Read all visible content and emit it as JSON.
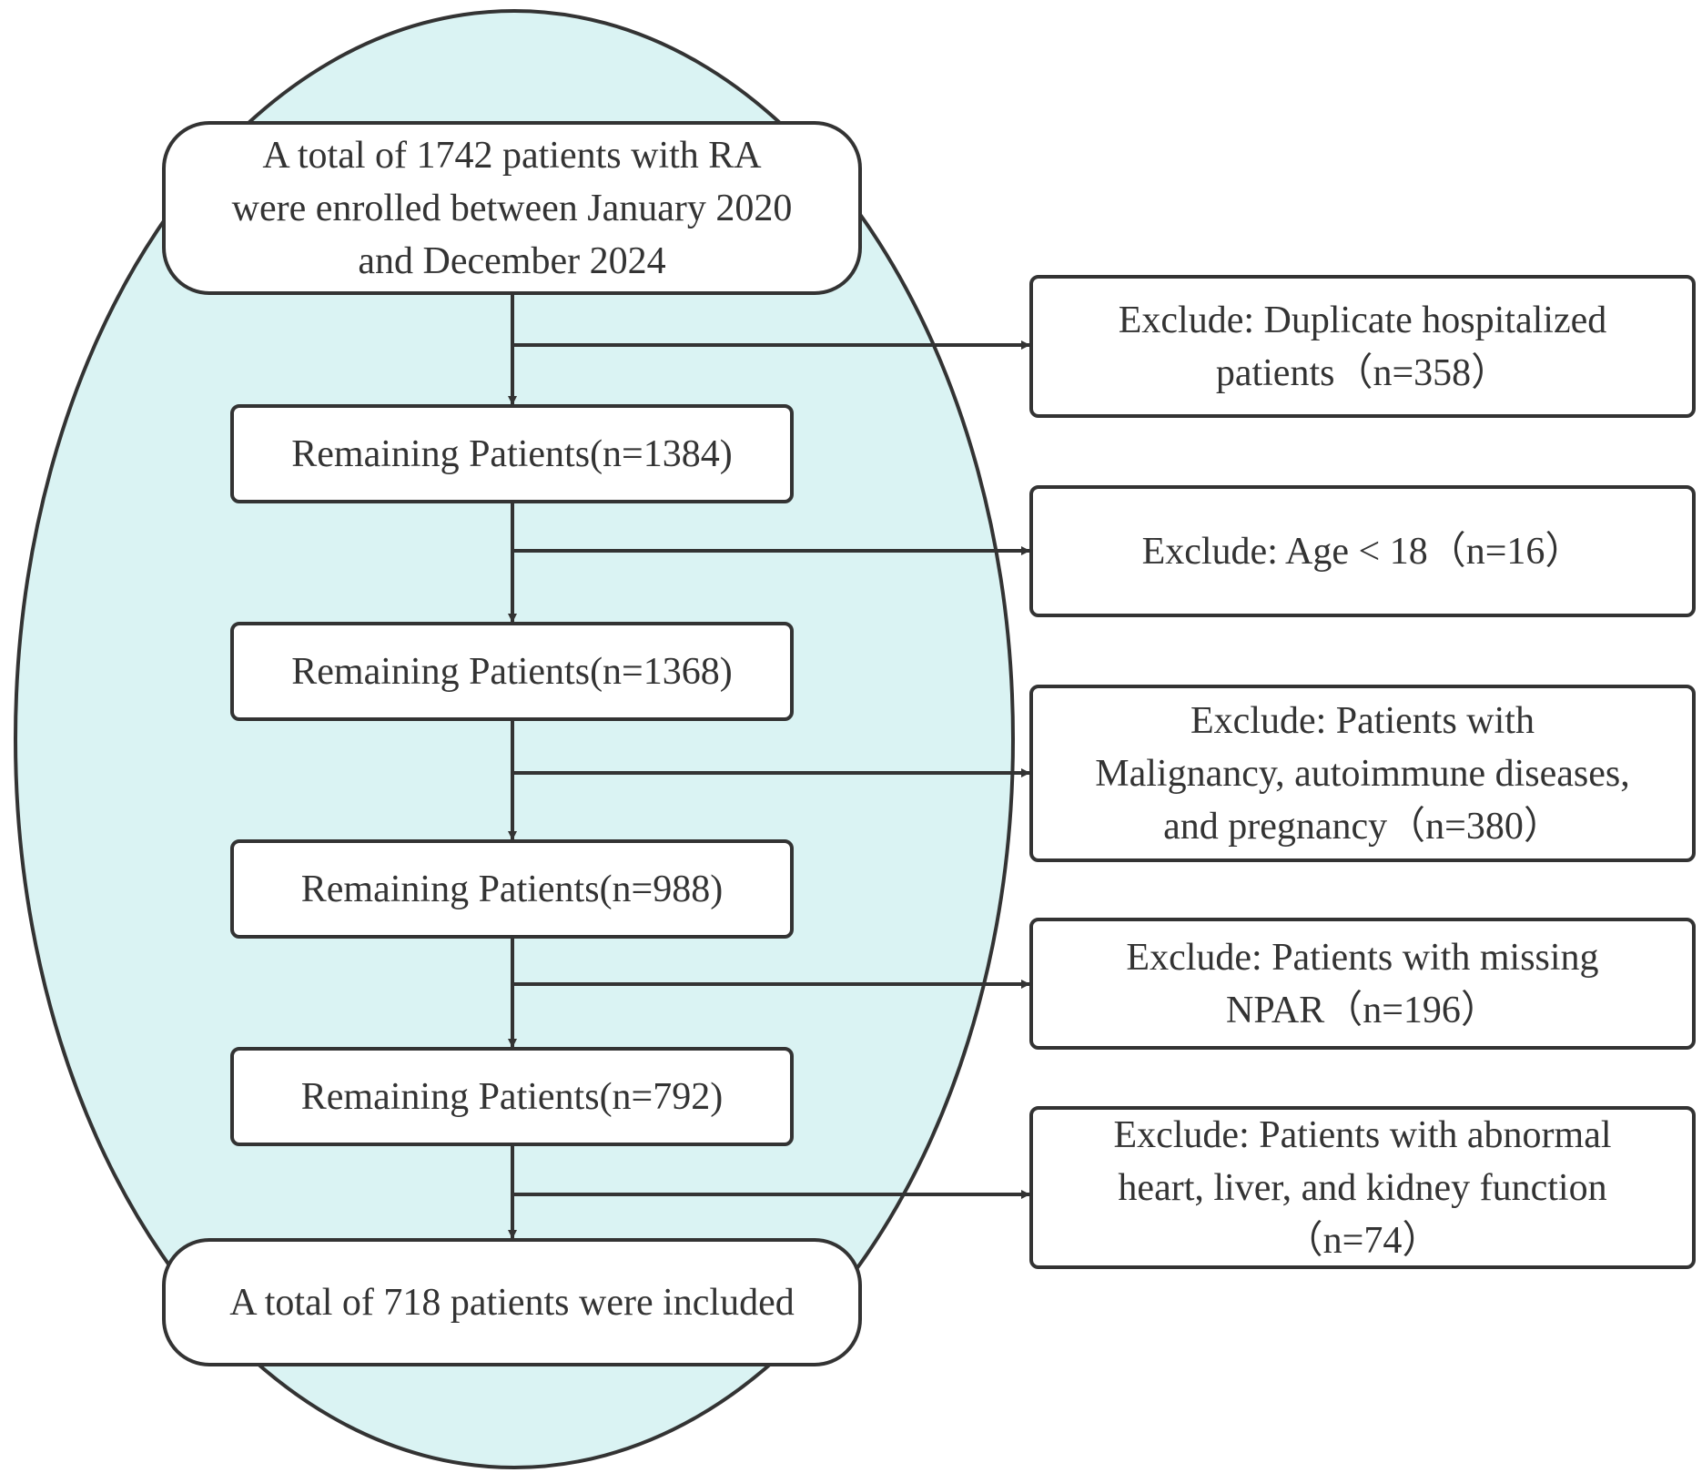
{
  "colors": {
    "ellipse_fill": "#daf3f3",
    "stroke": "#333333",
    "text": "#333333",
    "box_fill": "#ffffff"
  },
  "flow": {
    "start": "A total of 1742 patients with RA\nwere enrolled between January 2020\nand December 2024",
    "remaining": [
      "Remaining Patients(n=1384)",
      "Remaining Patients(n=1368)",
      "Remaining Patients(n=988)",
      "Remaining Patients(n=792)"
    ],
    "end": "A total of 718 patients were included"
  },
  "exclusions": [
    "Exclude: Duplicate hospitalized\npatients（n=358）",
    "Exclude: Age < 18（n=16）",
    "Exclude: Patients with\nMalignancy, autoimmune diseases,\nand pregnancy（n=380）",
    "Exclude: Patients  with missing\nNPAR（n=196）",
    "Exclude: Patients with abnormal\nheart, liver, and kidney function\n（n=74）"
  ]
}
